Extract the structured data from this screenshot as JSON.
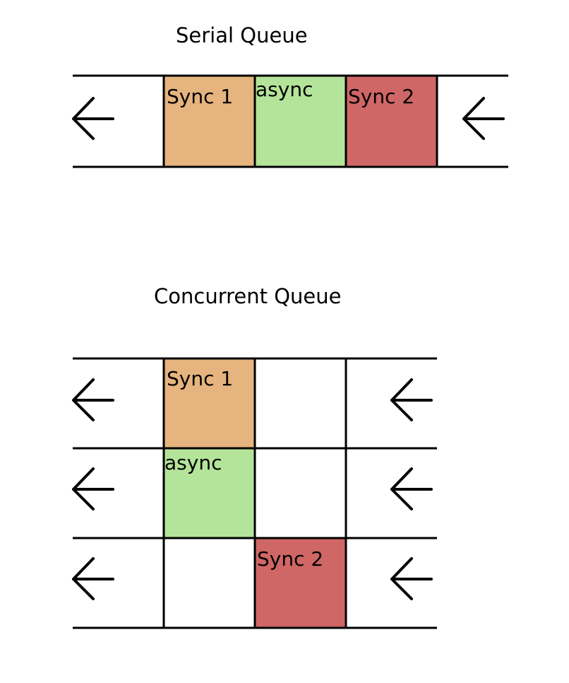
{
  "colors": {
    "sync1": "#e6b47e",
    "async": "#b4e49a",
    "sync2": "#cf6766",
    "empty": "#ffffff",
    "stroke": "#000000"
  },
  "serial": {
    "title": "Serial Queue",
    "cells": [
      {
        "label": "Sync 1",
        "color": "sync1"
      },
      {
        "label": "async",
        "color": "async"
      },
      {
        "label": "Sync 2",
        "color": "sync2"
      }
    ]
  },
  "concurrent": {
    "title": "Concurrent Queue",
    "rows": [
      [
        {
          "label": "Sync 1",
          "color": "sync1"
        },
        {
          "label": "",
          "color": "empty"
        }
      ],
      [
        {
          "label": "async",
          "color": "async"
        },
        {
          "label": "",
          "color": "empty"
        }
      ],
      [
        {
          "label": "",
          "color": "empty"
        },
        {
          "label": "Sync 2",
          "color": "sync2"
        }
      ]
    ]
  },
  "icons": {
    "arrow": "left-arrow-icon"
  }
}
